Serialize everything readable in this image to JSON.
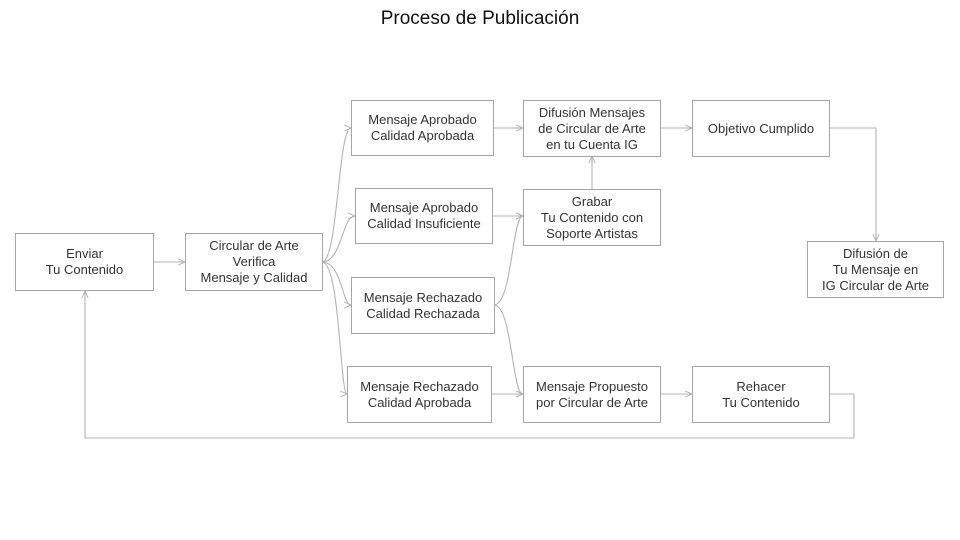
{
  "title": "Proceso de Publicación",
  "colors": {
    "box_border": "#a6a6a6",
    "connector": "#b3b3b3",
    "text": "#333333"
  },
  "nodes": {
    "enviar": "Enviar\nTu Contenido",
    "verifica": "Circular de Arte\nVerifica\nMensaje y Calidad",
    "aprobado_aprobada": "Mensaje Aprobado\nCalidad Aprobada",
    "aprobado_insuficiente": "Mensaje Aprobado\nCalidad Insuficiente",
    "rechazado_rechazada": "Mensaje Rechazado\nCalidad Rechazada",
    "rechazado_aprobada": "Mensaje Rechazado\nCalidad Aprobada",
    "difusion_cuenta": "Difusión Mensajes\nde Circular de Arte\nen tu Cuenta IG",
    "grabar": "Grabar\nTu Contenido con\nSoporte Artistas",
    "propuesto": "Mensaje Propuesto\npor Circular de Arte",
    "objetivo": "Objetivo Cumplido",
    "rehacer": "Rehacer\nTu Contenido",
    "difusion_circular": "Difusión de\nTu Mensaje en\nIG Circular de Arte"
  }
}
